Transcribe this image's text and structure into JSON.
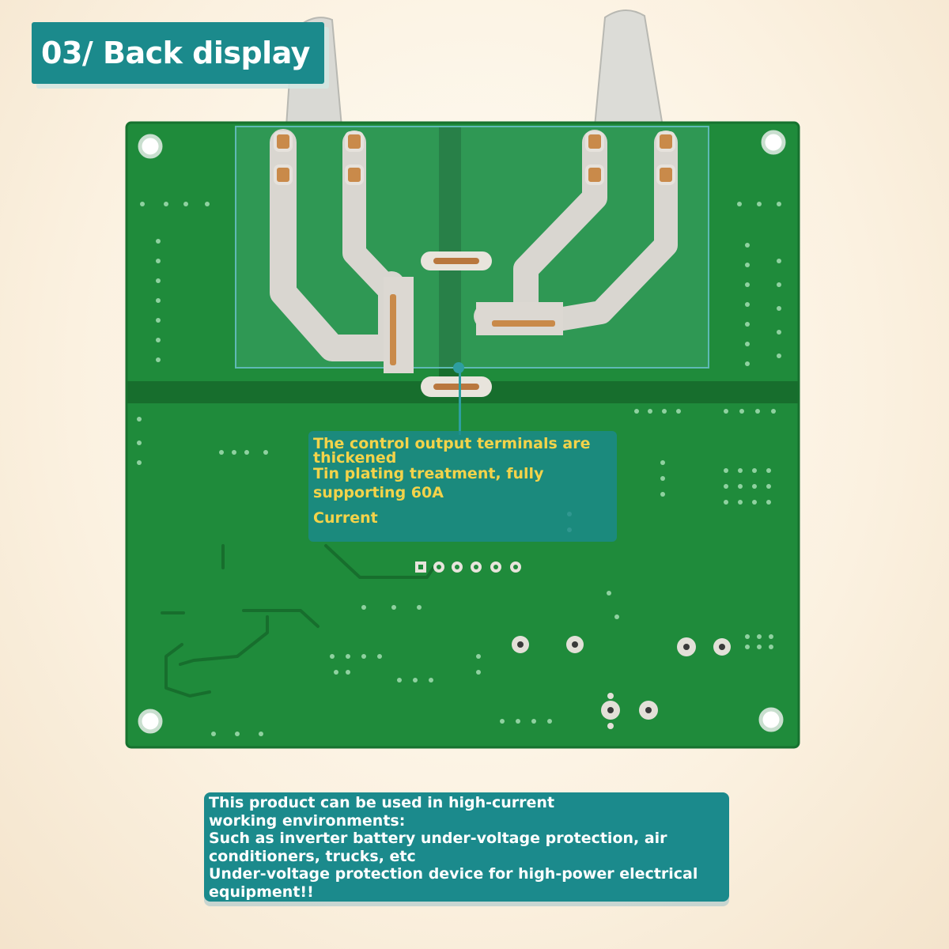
{
  "title": "03/ Back display",
  "caption_terminals": {
    "line1": "The control output terminals are",
    "line2": "thickened",
    "line3": "Tin plating treatment, fully",
    "line4": "supporting 60A",
    "line5": "Current"
  },
  "caption_usage": {
    "line1": "This product can be used in high-current",
    "line2": "working environments:",
    "line3": "Such as inverter battery under-voltage protection, air",
    "line4": "conditioners, trucks, etc",
    "line5": "Under-voltage protection device for high-power electrical",
    "line6": "equipment!!"
  },
  "colors": {
    "accent": "#1b8a8c",
    "pcb_green": "#1e8a3a",
    "highlight_yellow": "#f3d34a"
  }
}
